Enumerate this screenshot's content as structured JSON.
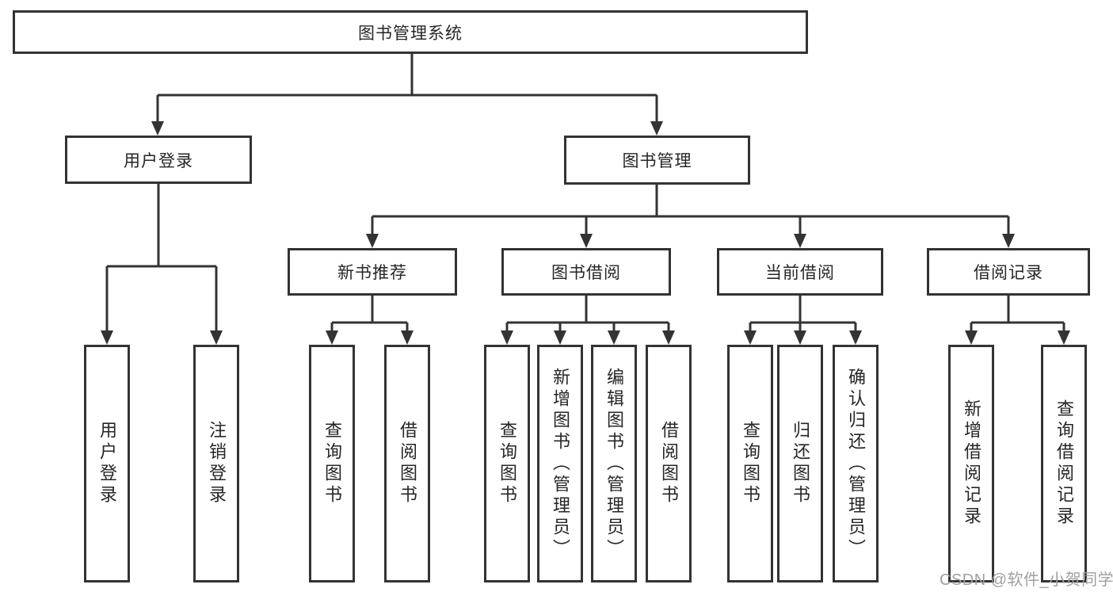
{
  "diagram_type": "tree",
  "tree": {
    "label": "图书管理系统",
    "children": [
      {
        "label": "用户登录",
        "children": [
          {
            "label": "用户登录"
          },
          {
            "label": "注销登录"
          }
        ]
      },
      {
        "label": "图书管理",
        "children": [
          {
            "label": "新书推荐",
            "children": [
              {
                "label": "查询图书"
              },
              {
                "label": "借阅图书"
              }
            ]
          },
          {
            "label": "图书借阅",
            "children": [
              {
                "label": "查询图书"
              },
              {
                "label": "新增图书（管理员）"
              },
              {
                "label": "编辑图书（管理员）"
              },
              {
                "label": "借阅图书"
              }
            ]
          },
          {
            "label": "当前借阅",
            "children": [
              {
                "label": "查询图书"
              },
              {
                "label": "归还图书"
              },
              {
                "label": "确认归还（管理员）"
              }
            ]
          },
          {
            "label": "借阅记录",
            "children": [
              {
                "label": "新增借阅记录"
              },
              {
                "label": "查询借阅记录"
              }
            ]
          }
        ]
      }
    ]
  },
  "watermark": {
    "text": "CSDN @软件_小贺同学"
  },
  "colors": {
    "line": "#333333",
    "node_border": "#333333",
    "node_fill": "#ffffff",
    "text": "#262626",
    "watermark": "#a0a0a0",
    "background": "#ffffff"
  }
}
